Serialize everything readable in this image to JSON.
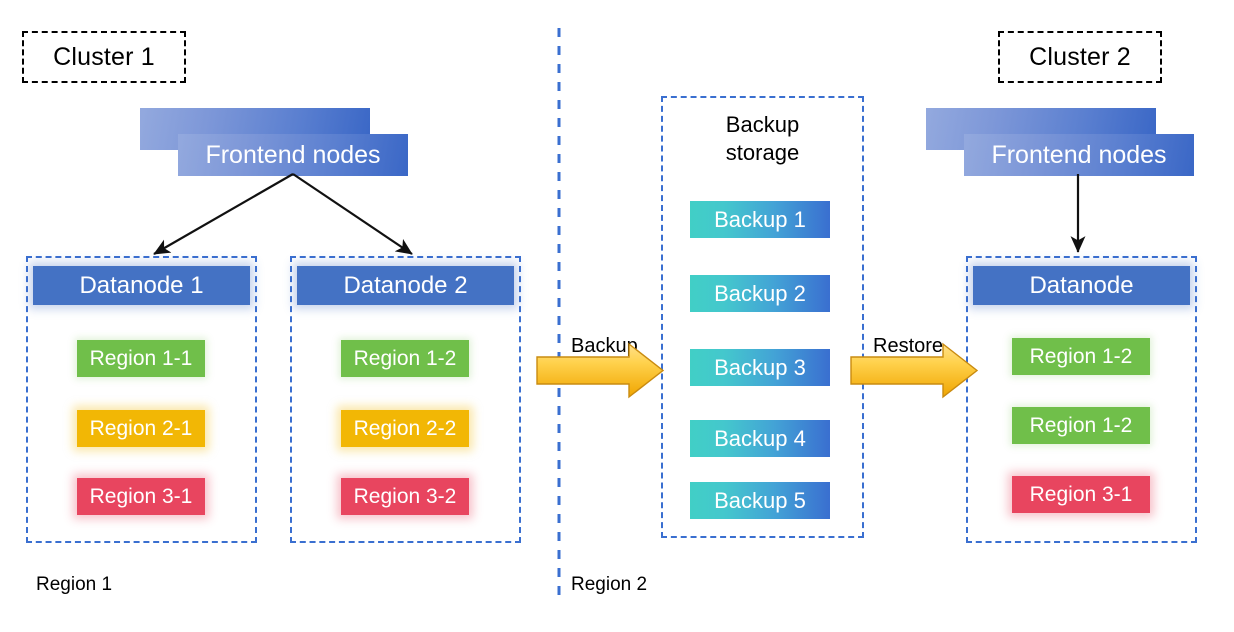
{
  "diagram": {
    "title_left": "Cluster 1",
    "title_right": "Cluster 2",
    "region_left_label": "Region 1",
    "region_right_label": "Region 2",
    "colors": {
      "datanode_blue": "#4472C4",
      "frontend_blue_light": "#93A9DE",
      "frontend_blue_dark": "#3A67C6",
      "region_green": "#70BF4A",
      "region_yellow": "#F2B705",
      "region_red": "#E8455F",
      "backup_teal": "#41CFC6",
      "backup_blue": "#3A6FD0",
      "dashed_border_blue": "#3A6FD0",
      "dashed_border_black": "#000000",
      "arrow_gold_light": "#FFD966",
      "arrow_gold_dark": "#F0A500",
      "connector_black": "#111111"
    }
  },
  "cluster1": {
    "frontend_label": "Frontend nodes",
    "datanodes": [
      {
        "header": "Datanode 1",
        "regions": [
          {
            "label": "Region 1-1",
            "color": "green"
          },
          {
            "label": "Region 2-1",
            "color": "yellow"
          },
          {
            "label": "Region 3-1",
            "color": "red"
          }
        ]
      },
      {
        "header": "Datanode 2",
        "regions": [
          {
            "label": "Region 1-2",
            "color": "green"
          },
          {
            "label": "Region 2-2",
            "color": "yellow"
          },
          {
            "label": "Region 3-2",
            "color": "red"
          }
        ]
      }
    ]
  },
  "backup_storage": {
    "title": "Backup\nstorage",
    "items": [
      {
        "label": "Backup 1"
      },
      {
        "label": "Backup 2"
      },
      {
        "label": "Backup 3"
      },
      {
        "label": "Backup 4"
      },
      {
        "label": "Backup 5"
      }
    ]
  },
  "cluster2": {
    "frontend_label": "Frontend nodes",
    "datanodes": [
      {
        "header": "Datanode",
        "regions": [
          {
            "label": "Region 1-2",
            "color": "green"
          },
          {
            "label": "Region 1-2",
            "color": "green"
          },
          {
            "label": "Region 3-1",
            "color": "red"
          }
        ]
      }
    ]
  },
  "flows": {
    "backup_arrow_label": "Backup",
    "restore_arrow_label": "Restore"
  }
}
